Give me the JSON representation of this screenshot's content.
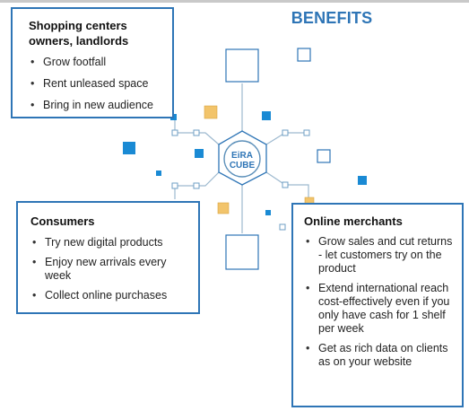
{
  "title": "BENEFITS",
  "owners": {
    "heading": "Shopping centers owners, landlords",
    "items": [
      "Grow footfall",
      "Rent unleased space",
      "Bring in new audience"
    ]
  },
  "consumers": {
    "heading": "Consumers",
    "items": [
      "Try new digital products",
      "Enjoy new arrivals every week",
      "Collect online purchases"
    ]
  },
  "merchants": {
    "heading": "Online merchants",
    "items": [
      "Grow sales and cut returns - let customers try on the product",
      "Extend international reach cost-effectively even if you only have cash for 1 shelf per week",
      "Get as rich data on clients as on your website"
    ]
  },
  "logo": {
    "line1": "EiRA",
    "line2": "CUBE"
  },
  "colors": {
    "accent": "#2e75b6",
    "square_blue": "#1a8ad4",
    "square_gold": "#f2c46b",
    "hub_line": "#9db9cf"
  }
}
